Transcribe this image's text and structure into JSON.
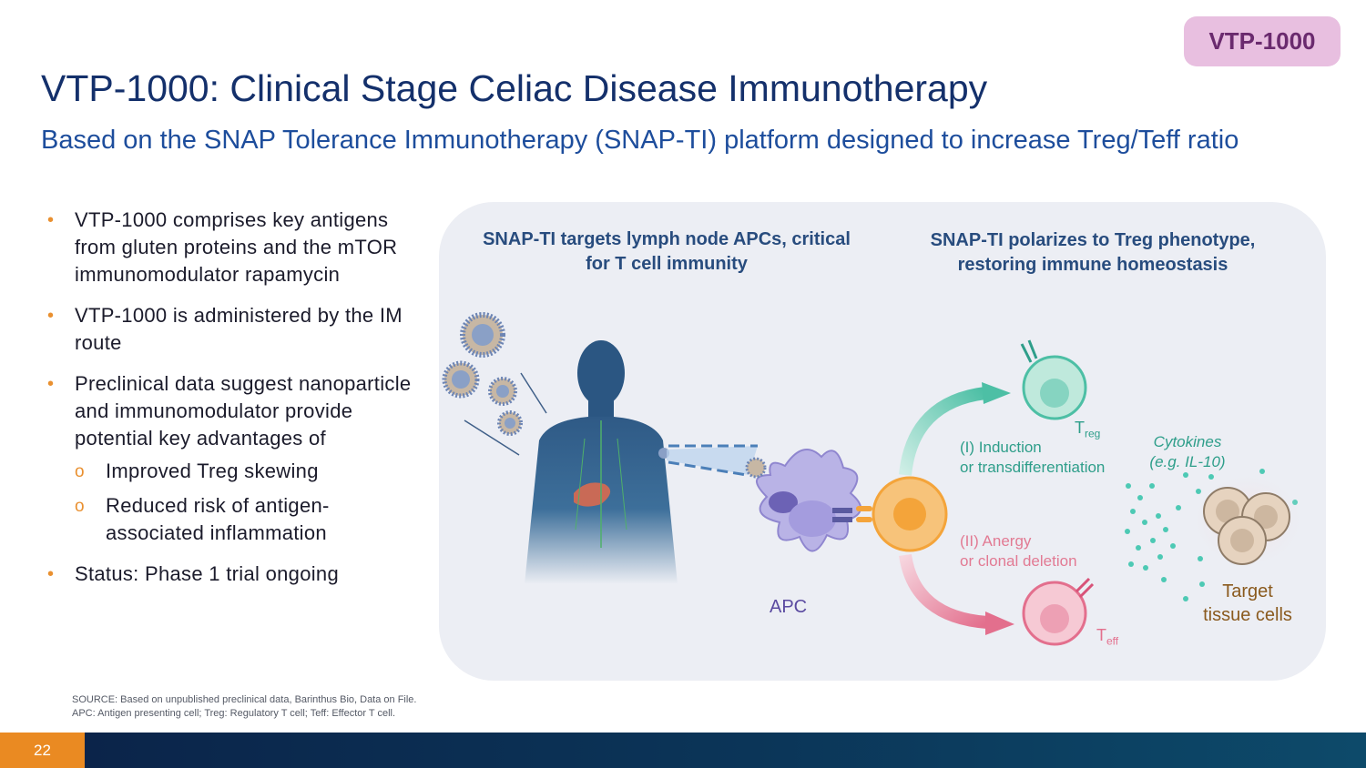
{
  "badge": "VTP-1000",
  "title": "VTP-1000: Clinical Stage Celiac Disease Immunotherapy",
  "subtitle": "Based on the SNAP Tolerance Immunotherapy (SNAP-TI) platform designed to increase Treg/Teff ratio",
  "bullets": {
    "b1": "VTP-1000 comprises key antigens from gluten proteins and the mTOR immunomodulator rapamycin",
    "b2": "VTP-1000 is administered by the IM route",
    "b3": "Preclinical data suggest nanoparticle and immunomodulator provide potential key advantages of",
    "sub1": "Improved Treg skewing",
    "sub2": "Reduced risk of antigen-associated inflammation",
    "b4": "Status: Phase 1 trial ongoing"
  },
  "diagram": {
    "heading_left": "SNAP-TI targets lymph node APCs, critical for T cell immunity",
    "heading_right": "SNAP-TI polarizes to Treg phenotype, restoring immune homeostasis",
    "apc_label": "APC",
    "treg_main": "T",
    "treg_sub": "reg",
    "teff_main": "T",
    "teff_sub": "eff",
    "induction": "(I) Induction",
    "induction_2": "or transdifferentiation",
    "anergy": "(II) Anergy",
    "anergy_2": "or clonal deletion",
    "cytokines": "Cytokines",
    "cytokines_2": "(e.g. IL-10)",
    "target": "Target",
    "target_2": "tissue cells",
    "colors": {
      "green": "#2e9e8a",
      "pink": "#d86a8a",
      "apc": "#b9b3e6",
      "orange_cell": "#f4a43a",
      "target_text": "#8a5a1e"
    }
  },
  "source": {
    "line1": "SOURCE: Based on unpublished preclinical data, Barinthus Bio, Data on File.",
    "line2": "APC: Antigen presenting cell; Treg: Regulatory T cell; Teff: Effector T cell."
  },
  "page_number": "22"
}
